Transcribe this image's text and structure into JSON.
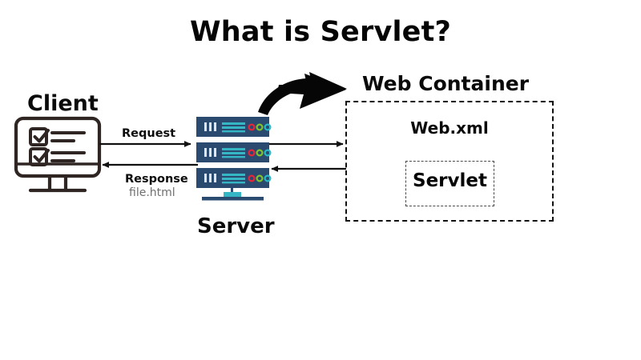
{
  "page": {
    "title": "What is Servlet?",
    "background_color": "#ffffff"
  },
  "diagram": {
    "type": "flow-diagram",
    "nodes": [
      {
        "id": "client",
        "label": "Client",
        "icon": "monitor-checklist-icon"
      },
      {
        "id": "server",
        "label": "Server",
        "icon": "server-rack-icon"
      },
      {
        "id": "web-container",
        "label": "Web Container",
        "icon": "dashed-box"
      },
      {
        "id": "web-xml",
        "label": "Web.xml",
        "icon": "text"
      },
      {
        "id": "servlet",
        "label": "Servlet",
        "icon": "dashed-box"
      }
    ],
    "edges": [
      {
        "id": "request",
        "from": "client",
        "to": "server",
        "label": "Request",
        "sublabel": "",
        "direction": "right"
      },
      {
        "id": "response",
        "from": "server",
        "to": "client",
        "label": "Response",
        "sublabel": "file.html",
        "direction": "left"
      },
      {
        "id": "to-container",
        "from": "server",
        "to": "web-container",
        "label": "",
        "sublabel": "",
        "direction": "right"
      },
      {
        "id": "from-container",
        "from": "web-container",
        "to": "server",
        "label": "",
        "sublabel": "",
        "direction": "left"
      },
      {
        "id": "highlight-arrow",
        "from": "server",
        "to": "web-container",
        "label": "",
        "sublabel": "",
        "direction": "curved-right"
      }
    ]
  },
  "labels": {
    "client": "Client",
    "server": "Server",
    "web_container": "Web Container",
    "web_xml": "Web.xml",
    "servlet": "Servlet",
    "request": "Request",
    "response": "Response",
    "file_html": "file.html"
  },
  "colors": {
    "text": "#0a0a0a",
    "muted_text": "#6f6f6f",
    "server_body": "#2b4a6f",
    "server_dark": "#1f3a5c",
    "server_accent": "#34b6c4",
    "dot_red": "#e8253a",
    "dot_green": "#7ec62b",
    "dot_cyan": "#26b9c9",
    "client_stroke": "#2f2523",
    "arrow": "#111111",
    "dashed_border": "#111111"
  }
}
